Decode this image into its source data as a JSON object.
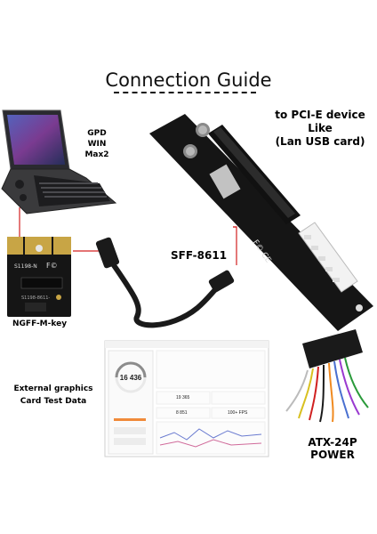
{
  "title": "Connection Guide",
  "labels": {
    "device": [
      "GPD",
      "WIN",
      "Max2"
    ],
    "pcie": [
      "to PCI-E device",
      "Like",
      "(Lan USB card)"
    ],
    "sff": "SFF-8611",
    "ngff": "NGFF-M-key",
    "external": [
      "External graphics",
      "Card Test Data"
    ],
    "atx": [
      "ATX-24P",
      "POWER"
    ]
  },
  "screenshot": {
    "score": "16 436",
    "stats": [
      "19 365",
      "8 851",
      "100+ FPS"
    ]
  },
  "colors": {
    "connector": "#d32020",
    "pcb": "#151515",
    "gold": "#c8a545"
  }
}
